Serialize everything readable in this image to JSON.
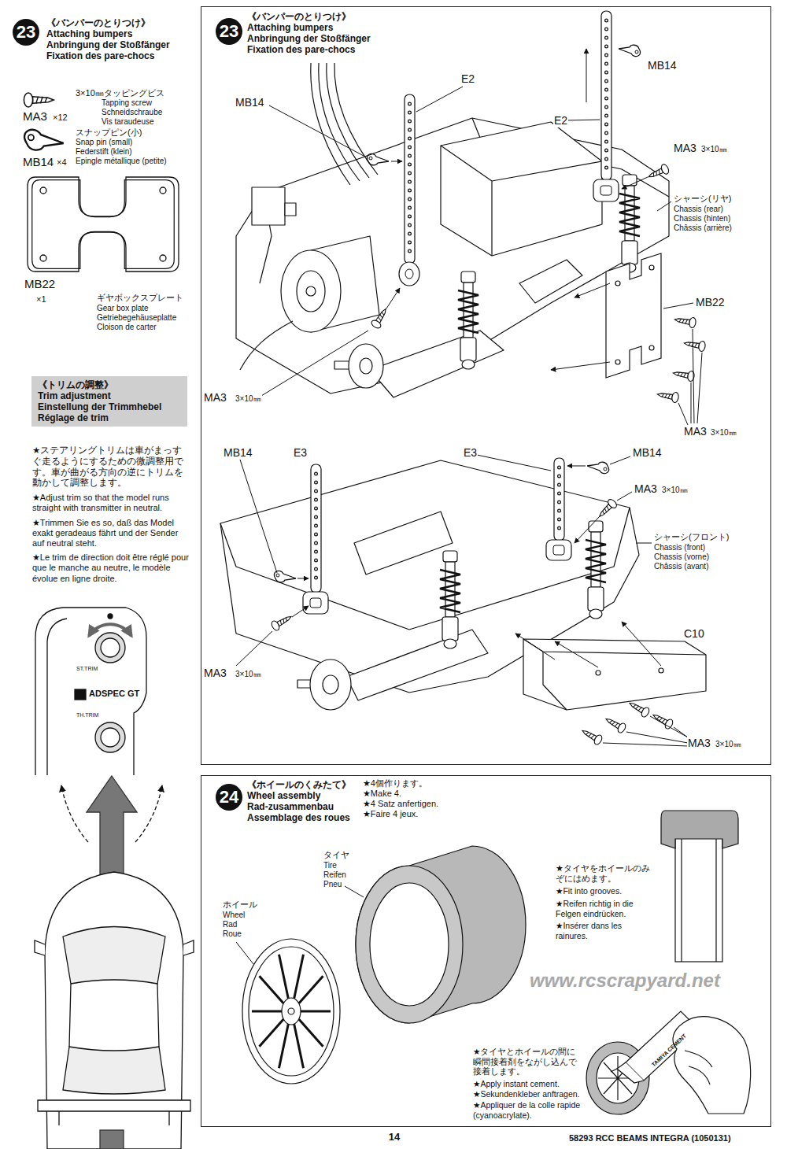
{
  "diagram": {
    "nodes": [
      {
        "text": [
          "23"
        ]
      },
      {
        "text": [
          "《バンパーのとりつけ》",
          "Attaching bumpers",
          "Anbringung der Stoßfänger",
          "Fixation des pare-chocs"
        ]
      },
      {
        "text": [
          "23"
        ],
        "in": 1
      },
      {
        "text": [
          "《トリムの調整》",
          "Trim adjustment",
          "Einstellung der Trimmhebel",
          "Réglage de trim"
        ]
      },
      {
        "text": [
          "《ホイールのくみたて》",
          "Wheel assembly",
          "Rad-zusammenbau",
          "Assemblage des roues"
        ]
      },
      {
        "text": [
          "24"
        ],
        "in": 4
      }
    ],
    "labels": [
      "《バンパーのとりつけ》",
      "Attaching bumpers",
      "Anbringung der Stoßfänger",
      "Fixation des pare-chocs",
      "3×10㎜タッピングビス",
      "Tapping screw",
      "Schneidschraube",
      "Vis taraudeuse",
      "MA3",
      "×12",
      "スナップピン(小)",
      "Snap pin (small)",
      "Federstift (klein)",
      "Epingle métallique (petite)",
      "MB14",
      "×4",
      "MB22",
      "×1",
      "ギヤボックスプレート",
      "Gear box plate",
      "Getriebegehäuseplatte",
      "Cloison de carter",
      "★ステアリングトリムは車がまっすぐ走るようにするための微調整用です。車が曲がる方向の逆にトリムを動かして調整します。",
      "★Adjust trim so that the model runs straight with transmitter in neutral.",
      "★Trimmen Sie es so, daß das Model exakt geradeaus fährt und der Sender auf neutral steht.",
      "★Le trim de direction doit être réglé pour que le manche au neutre, le modèle évolue en ligne droite.",
      "ST.TRIM",
      "ADSPEC GT",
      "TH.TRIM",
      "MB14",
      "E2",
      "MB14",
      "E2",
      "MA3",
      "3×10㎜",
      "シャーシ(リヤ)",
      "Chassis (rear)",
      "Chassis (hinten)",
      "Châssis (arrière)",
      "MB22",
      "MA3",
      "3×10㎜",
      "MA3",
      "3×10㎜",
      "MB14",
      "E3",
      "E3",
      "MB14",
      "MA3",
      "3×10㎜",
      "シャーシ(フロント)",
      "Chassis (front)",
      "Chassis (vorne)",
      "Châssis (avant)",
      "C10",
      "MA3",
      "3×10㎜",
      "MA3",
      "3×10㎜",
      "★4個作ります。",
      "★Make 4.",
      "★4 Satz anfertigen.",
      "★Faire 4 jeux.",
      "タイヤ",
      "Tire",
      "Reifen",
      "Pneu",
      "ホイール",
      "Wheel",
      "Rad",
      "Roue",
      "★タイヤをホイールのみぞにはめます。",
      "★Fit into grooves.",
      "★Reifen richtig in die Felgen eindrücken.",
      "★Insérer dans les rainures.",
      "★タイヤとホイールの間に瞬間接着剤をながし込んで接着します。",
      "★Apply instant cement.",
      "★Sekundenkleber anftragen.",
      "★Appliquer de la colle rapide (cyanoacrylate).",
      "TAMIYA CEMENT",
      "www.rcscrapyard.net",
      "14",
      "58293 RCC BEAMS INTEGRA (1050131)"
    ]
  }
}
